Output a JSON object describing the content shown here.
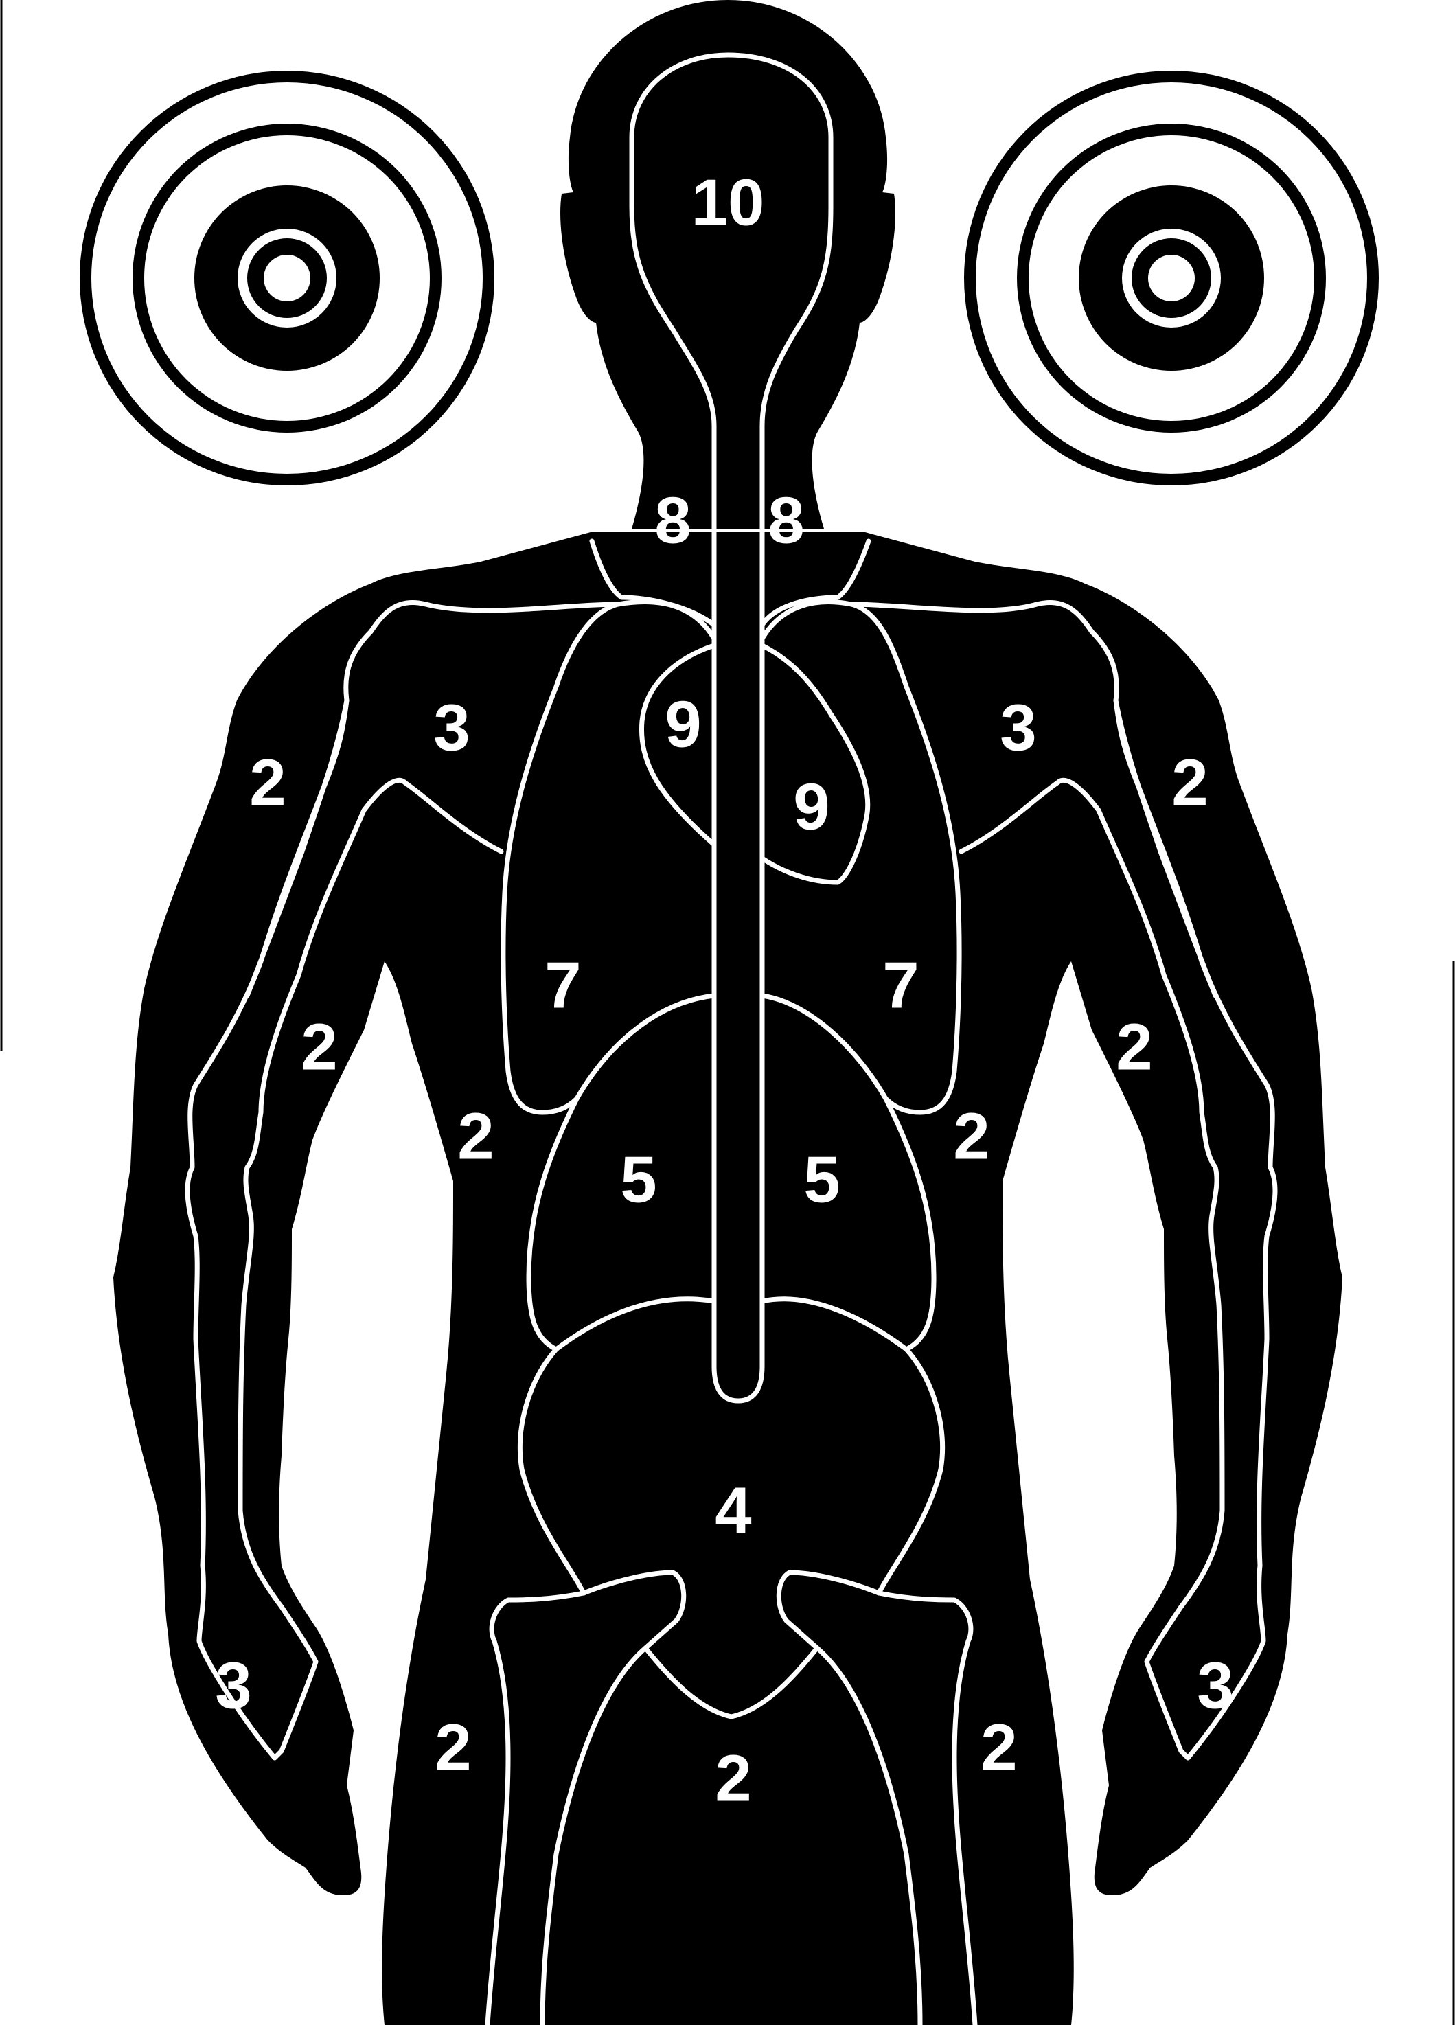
{
  "colors": {
    "silhouette": "#000000",
    "background": "#ffffff",
    "zone_outline": "#ffffff",
    "score_text": "#ffffff"
  },
  "bullseye_left": {
    "name": "left-bullseye"
  },
  "bullseye_right": {
    "name": "right-bullseye"
  },
  "scores": {
    "head": "10",
    "neck_left": "8",
    "neck_right": "8",
    "heart_left": "9",
    "heart_right": "9",
    "shoulder_left": "3",
    "shoulder_right": "3",
    "upper_arm_outer_left": "2",
    "upper_arm_outer_right": "2",
    "lung_left": "7",
    "lung_right": "7",
    "forearm_left": "2",
    "forearm_right": "2",
    "torso_side_left": "2",
    "torso_side_right": "2",
    "abdomen_left": "5",
    "abdomen_right": "5",
    "pelvis": "4",
    "hand_left": "3",
    "hand_right": "3",
    "thigh_left": "2",
    "thigh_right": "2",
    "groin": "2"
  }
}
